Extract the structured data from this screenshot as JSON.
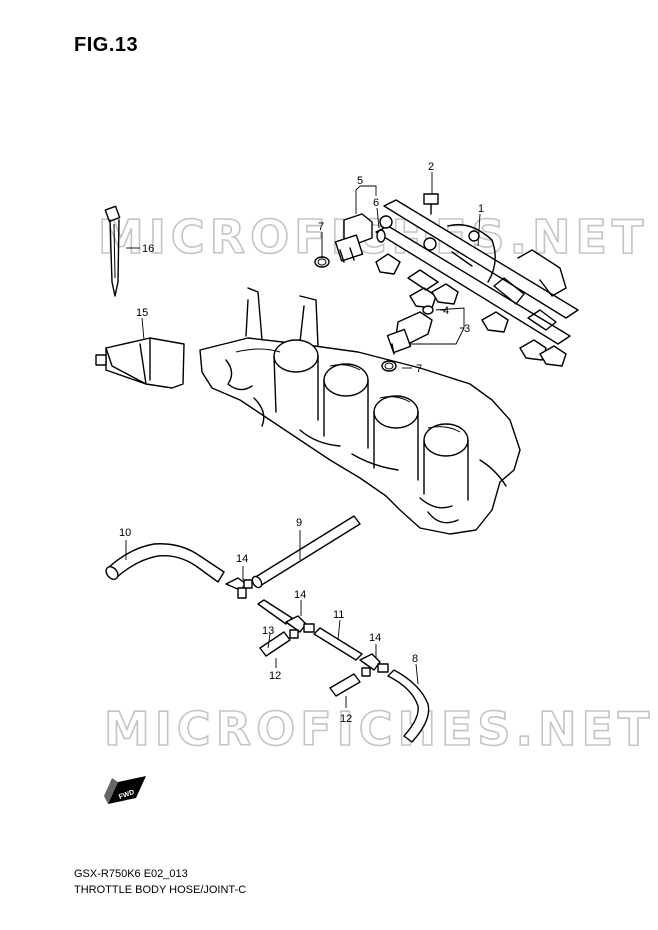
{
  "figure": {
    "title": "FIG.13"
  },
  "watermark": {
    "text": "MICROFICHES.NET"
  },
  "direction_badge": {
    "text": "FWD"
  },
  "footer": {
    "code": "GSX-R750K6 E02_013",
    "name": "THROTTLE BODY HOSE/JOINT-C"
  },
  "callouts": {
    "c1": "1",
    "c2": "2",
    "c3": "3",
    "c4": "4",
    "c5": "5",
    "c6": "6",
    "c7a": "7",
    "c7b": "7",
    "c8": "8",
    "c9": "9",
    "c10": "10",
    "c11": "11",
    "c12a": "12",
    "c12b": "12",
    "c13": "13",
    "c14a": "14",
    "c14b": "14",
    "c14c": "14",
    "c15": "15",
    "c16": "16"
  }
}
